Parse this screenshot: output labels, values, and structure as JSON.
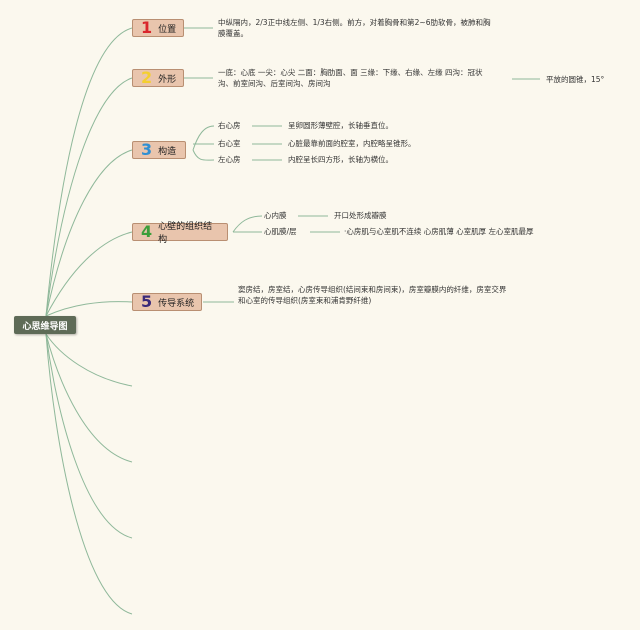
{
  "root": {
    "label": "心思维导图"
  },
  "topics": [
    {
      "num": "1",
      "label": "位置",
      "color": "#d9262c",
      "details": [
        "中纵隔内，2/3正中线左侧、1/3右侧。前方，对着胸骨和第2~6肋软骨，被肺和胸",
        "膜覆盖。"
      ]
    },
    {
      "num": "2",
      "label": "外形",
      "color": "#f4cf30",
      "details": [
        "一底：心底 一尖：心尖 二面：胸肋面、面 三缘：下缘、右缘、左缘 四沟：冠状",
        "沟、前室间沟、后室间沟、房间沟"
      ],
      "extra": "平放的圆锥，15°"
    },
    {
      "num": "3",
      "label": "构造",
      "color": "#2f8fd2",
      "rows": [
        {
          "name": "右心房",
          "desc": "呈卵圆形薄壁腔，长轴垂直位。"
        },
        {
          "name": "右心室",
          "desc": "心脏最靠前面的腔室，内腔略呈锥形。"
        },
        {
          "name": "左心房",
          "desc": "内腔呈长四方形，长轴为横位。"
        }
      ]
    },
    {
      "num": "4",
      "label": "心壁的组织结构",
      "color": "#3c9e3a",
      "rows": [
        {
          "name": "心内膜",
          "desc": "开口处形成瓣膜"
        },
        {
          "name": "心肌膜/层",
          "desc": "·心房肌与心室肌不连续 心房肌薄 心室肌厚 左心室肌最厚"
        }
      ]
    },
    {
      "num": "5",
      "label": "传导系统",
      "color": "#3a2a7a",
      "details": [
        "窦房结，房室结，心房传导组织(结间束和房间束)，房室瓣膜内的纤维，房室交界",
        "和心室的传导组织(房室束和浦肯野纤维)"
      ]
    }
  ],
  "colors": {
    "line": "#8fb89a",
    "topic_bg": "#e9c5ad",
    "root_bg": "#5e6b57"
  }
}
